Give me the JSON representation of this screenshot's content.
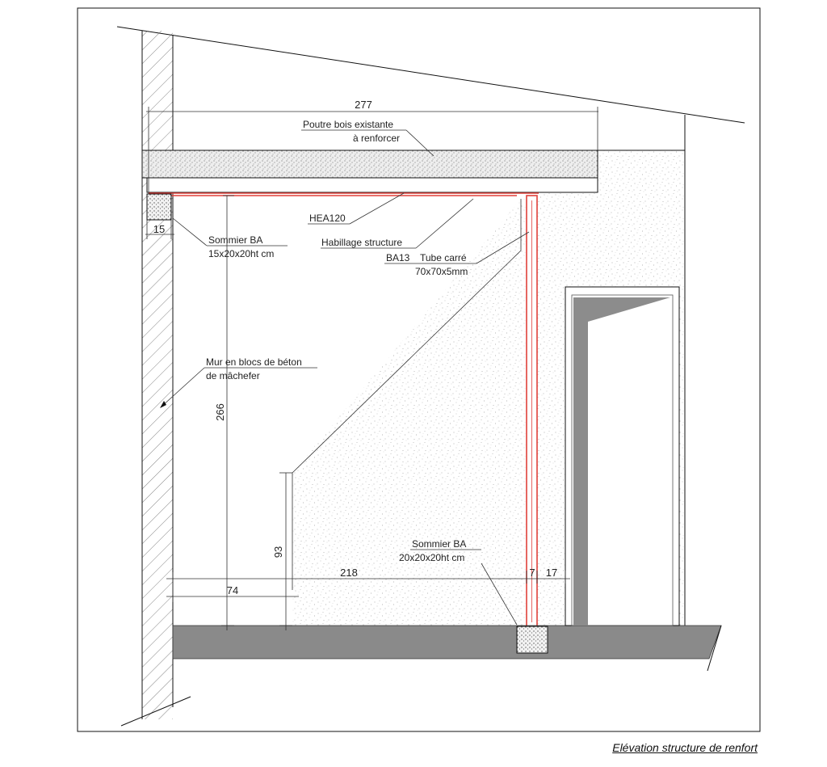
{
  "caption": "Elévation structure de renfort",
  "labels": {
    "poutre_line1": "Poutre bois existante",
    "poutre_line2": "à renforcer",
    "hea": "HEA120",
    "sommier_top_line1": "Sommier BA",
    "sommier_top_line2": "15x20x20ht cm",
    "habillage_line1": "Habillage structure",
    "habillage_line2": "BA13",
    "tube_line1": "Tube carré",
    "tube_line2": "70x70x5mm",
    "mur_line1": "Mur en blocs de béton",
    "mur_line2": "de mâchefer",
    "sommier_bottom_line1": "Sommier BA",
    "sommier_bottom_line2": "20x20x20ht cm"
  },
  "dimensions": {
    "d277": "277",
    "d15": "15",
    "d266": "266",
    "d93": "93",
    "d218": "218",
    "d74": "74",
    "d7": "7",
    "d17": "17"
  },
  "colors": {
    "steel": "#e0403a",
    "floor": "#8a8a8a",
    "door_shadow": "#8c8c8c"
  }
}
